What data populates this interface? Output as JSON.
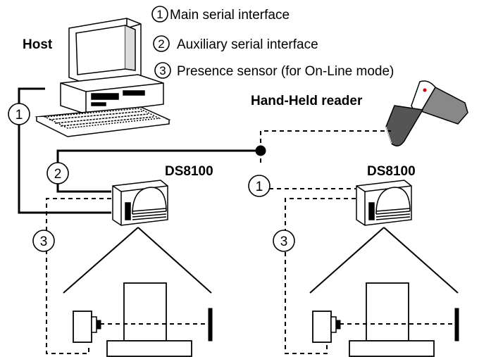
{
  "legend": {
    "items": [
      {
        "num": "1",
        "text": "Main serial interface"
      },
      {
        "num": "2",
        "text": "Auxiliary serial interface"
      },
      {
        "num": "3",
        "text": "Presence sensor (for On-Line mode)"
      }
    ]
  },
  "labels": {
    "host": "Host",
    "handheld": "Hand-Held reader",
    "reader_left": "DS8100",
    "reader_right": "DS8100"
  },
  "callouts": {
    "left_main": "1",
    "left_aux": "2",
    "left_sensor": "3",
    "right_main": "1",
    "right_sensor": "3"
  }
}
